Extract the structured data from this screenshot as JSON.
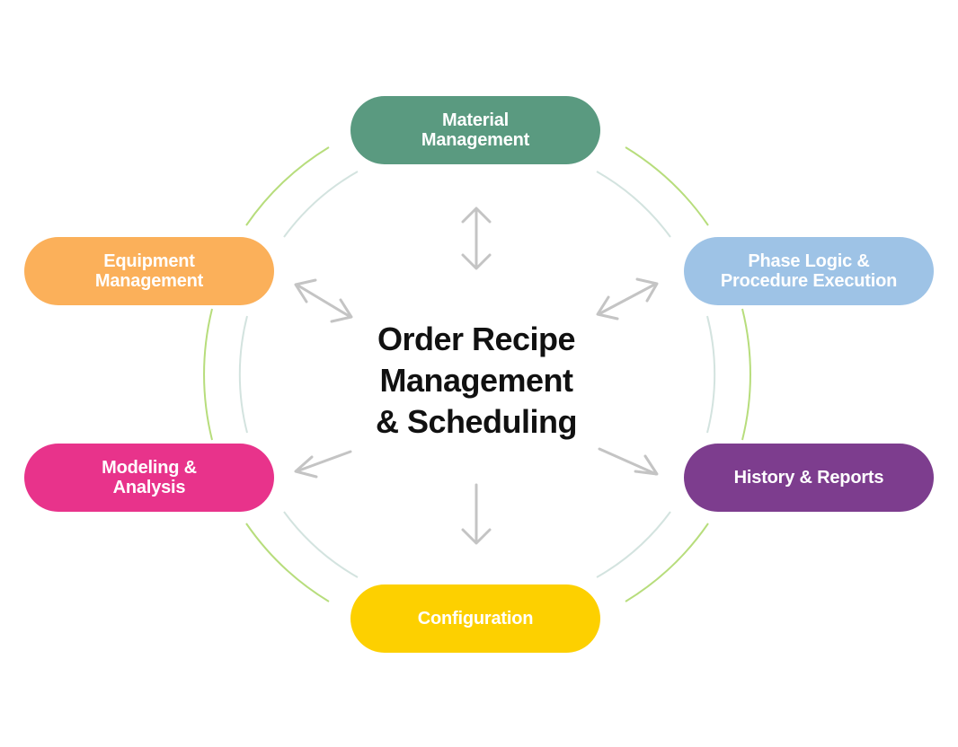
{
  "center": {
    "title": "Order Recipe\nManagement\n& Scheduling"
  },
  "nodes": {
    "material": "Material\nManagement",
    "equipment": "Equipment\nManagement",
    "phase": "Phase Logic &\nProcedure Execution",
    "modeling": "Modeling &\nAnalysis",
    "history": "History & Reports",
    "configuration": "Configuration"
  },
  "colors": {
    "material": "#5a9a80",
    "equipment": "#fbb05a",
    "phase": "#9ec3e6",
    "modeling": "#e8338b",
    "history": "#7d3d8e",
    "configuration": "#fdd000",
    "outer_ring": "#b7dd7c",
    "inner_ring": "#d3e3df",
    "arrow": "#c4c4c4"
  }
}
